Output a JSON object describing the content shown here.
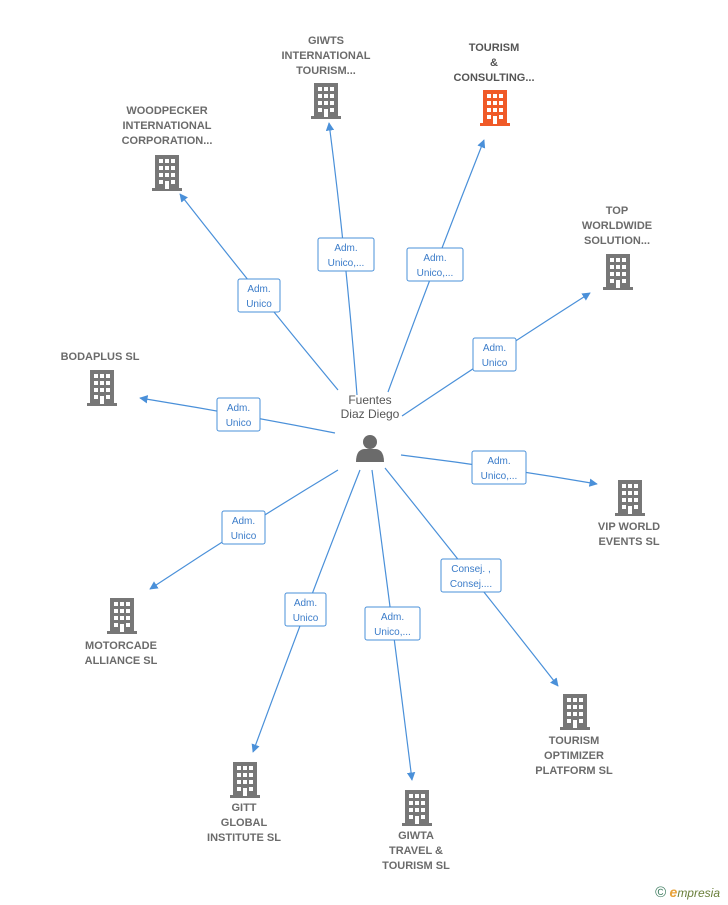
{
  "colors": {
    "edge": "#4a90d9",
    "building": "#777777",
    "highlight": "#f05a28",
    "role_text": "#3b7cc9"
  },
  "person": {
    "name_line1": "Fuentes",
    "name_line2": "Diaz Diego",
    "icon": "person-icon"
  },
  "companies": [
    {
      "id": "giwts",
      "lines": [
        "GIWTS",
        "INTERNATIONAL",
        "TOURISM..."
      ],
      "role": [
        "Adm.",
        "Unico,..."
      ],
      "highlight": false
    },
    {
      "id": "tourism-consulting",
      "lines": [
        "TOURISM",
        "&",
        "CONSULTING..."
      ],
      "role": [
        "Adm.",
        "Unico,..."
      ],
      "highlight": true
    },
    {
      "id": "woodpecker",
      "lines": [
        "WOODPECKER",
        "INTERNATIONAL",
        "CORPORATION..."
      ],
      "role": [
        "Adm.",
        "Unico"
      ],
      "highlight": false
    },
    {
      "id": "top-worldwide",
      "lines": [
        "TOP",
        "WORLDWIDE",
        "SOLUTION..."
      ],
      "role": [
        "Adm.",
        "Unico"
      ],
      "highlight": false
    },
    {
      "id": "bodaplus",
      "lines": [
        "BODAPLUS SL"
      ],
      "role": [
        "Adm.",
        "Unico"
      ],
      "highlight": false
    },
    {
      "id": "vip-world",
      "lines": [
        "VIP WORLD",
        "EVENTS SL"
      ],
      "role": [
        "Adm.",
        "Unico,..."
      ],
      "highlight": false
    },
    {
      "id": "motorcade",
      "lines": [
        "MOTORCADE",
        "ALLIANCE  SL"
      ],
      "role": [
        "Adm.",
        "Unico"
      ],
      "highlight": false
    },
    {
      "id": "tourism-optimizer",
      "lines": [
        "TOURISM",
        "OPTIMIZER",
        "PLATFORM  SL"
      ],
      "role": [
        "Consej. ,",
        "Consej...."
      ],
      "highlight": false
    },
    {
      "id": "gitt",
      "lines": [
        "GITT",
        "GLOBAL",
        "INSTITUTE  SL"
      ],
      "role": [
        "Adm.",
        "Unico"
      ],
      "highlight": false
    },
    {
      "id": "giwta",
      "lines": [
        "GIWTA",
        "TRAVEL &",
        "TOURISM  SL"
      ],
      "role": [
        "Adm.",
        "Unico,..."
      ],
      "highlight": false
    }
  ],
  "footer": {
    "copyright": "©",
    "brand_initial": "e",
    "brand_rest": "mpresia"
  }
}
